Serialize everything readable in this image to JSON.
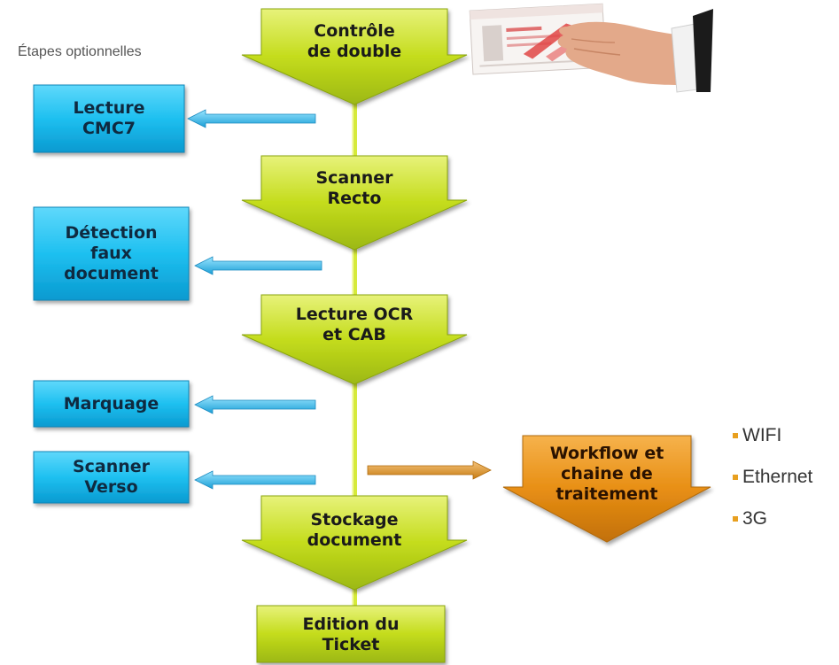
{
  "optional_label": "Étapes optionnelles",
  "main_steps": [
    {
      "label": "Contrôle\nde double"
    },
    {
      "label": "Scanner\nRecto"
    },
    {
      "label": "Lecture OCR\net CAB"
    },
    {
      "label": "Stockage\ndocument"
    },
    {
      "label": "Edition du\nTicket"
    }
  ],
  "optional_steps": [
    {
      "label": "Lecture\nCMC7"
    },
    {
      "label": "Détection\nfaux\ndocument"
    },
    {
      "label": "Marquage"
    },
    {
      "label": "Scanner\nVerso"
    }
  ],
  "workflow": {
    "label": "Workflow et\nchaine de\ntraitement"
  },
  "connectivity": [
    "WIFI",
    "Ethernet",
    "3G"
  ],
  "colors": {
    "step_green": "#c4dc1c",
    "step_dark": "#8aa50c",
    "optional_blue": "#1ec0f0",
    "workflow_orange": "#e88f14",
    "bullet": "#e8a020"
  },
  "photo": {
    "icon": "hand-holding-cheque-icon"
  }
}
